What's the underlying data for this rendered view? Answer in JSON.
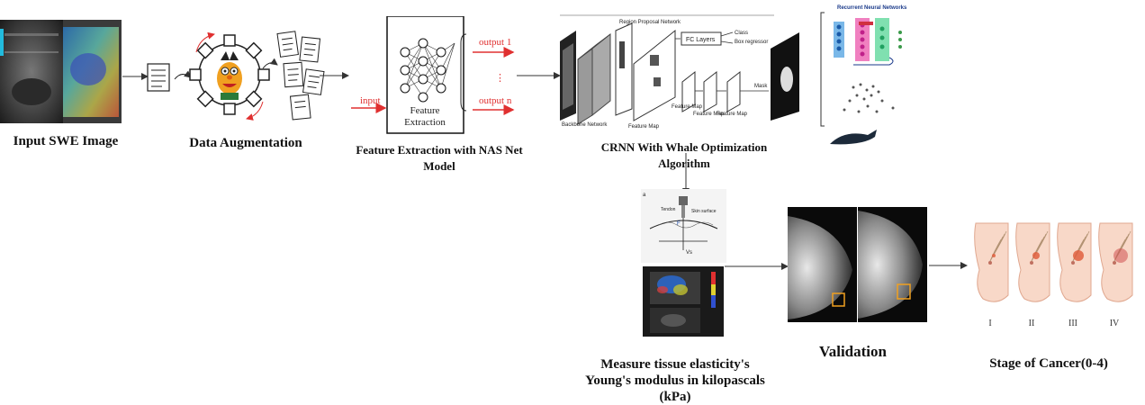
{
  "labels": {
    "input_swe": "Input SWE Image",
    "data_aug": "Data Augmentation",
    "feature_extraction": "Feature Extraction with NAS Net Model",
    "crnn": "CRNN With Whale Optimization Algorithm",
    "measure": "Measure tissue elasticity's Young's modulus in kilopascals (kPa)",
    "validation": "Validation",
    "stage": "Stage of Cancer(0-4)"
  },
  "nas": {
    "box_label_line1": "Feature",
    "box_label_line2": "Extraction",
    "input": "input",
    "output_1": "output 1",
    "dots": "⋮",
    "output_n": "output n"
  },
  "crnn_diagram": {
    "region_proposal": "Region Proposal Network",
    "fc_layers": "FC Layers",
    "class": "Class",
    "box_regressor": "Box regressor",
    "backbone": "Backbone Network",
    "feature_map": "Feature Map",
    "mask": "Mask"
  },
  "rnn_diagram": {
    "title": "Recurrent Neural Networks"
  },
  "measure_diagram": {
    "panel_letter": "a",
    "tendon": "Tendon",
    "skin_surface": "Skin surface",
    "f_label": "F",
    "vs_label": "Vs"
  },
  "stages": [
    "I",
    "II",
    "III",
    "IV"
  ],
  "colors": {
    "accent_red": "#e03030",
    "arrow": "#333333"
  }
}
